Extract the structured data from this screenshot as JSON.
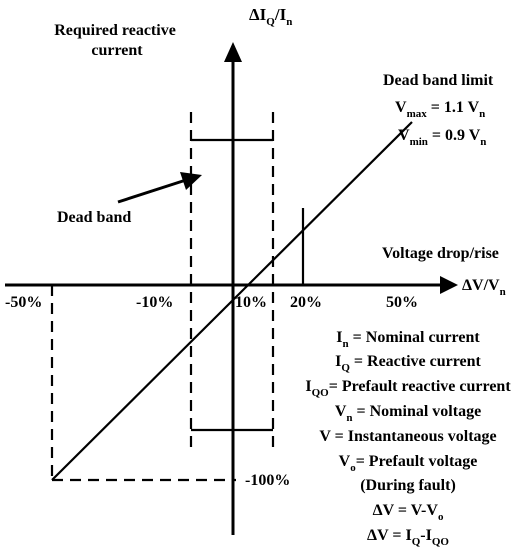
{
  "y_axis_label": {
    "main": "ΔI",
    "sub1": "Q",
    "mid": "/I",
    "sub2": "n"
  },
  "required_reactive_current": [
    "Required reactive",
    "current"
  ],
  "dead_band_limit_title": "Dead band limit",
  "vmax_label": {
    "pre": "V",
    "sub": "max",
    "post": " = 1.1 V",
    "sub2": "n"
  },
  "vmin_label": {
    "pre": "V",
    "sub": "min",
    "post": " = 0.9 V",
    "sub2": "n"
  },
  "dead_band_label": "Dead band",
  "x_axis_title": "Voltage drop/rise",
  "x_axis_unit": {
    "pre": "ΔV/V",
    "sub": "n"
  },
  "tick_labels": {
    "minus50": "-50%",
    "minus10": "-10%",
    "plus10": "10%",
    "plus20": "20%",
    "plus50": "50%",
    "minus100": "-100%"
  },
  "legend": {
    "in": {
      "pre": "I",
      "sub": "n",
      "post": " = Nominal current"
    },
    "iq": {
      "pre": "I",
      "sub": "Q",
      "post": " = Reactive current"
    },
    "iqo": {
      "pre": "I",
      "sub": "QO",
      "post": "= Prefault reactive current"
    },
    "vn": {
      "pre": "V",
      "sub": "n",
      "post": " = Nominal voltage"
    },
    "v": "V = Instantaneous voltage",
    "vo": {
      "pre": "V",
      "sub": "o",
      "post": "= Prefault voltage"
    },
    "during_fault": "(During fault)",
    "dv_eq": "ΔV = V-V",
    "dv_eq_sub": "o",
    "di_eq": {
      "pre": "ΔV = I",
      "sub1": "Q",
      "mid": "-I",
      "sub2": "QO"
    }
  }
}
